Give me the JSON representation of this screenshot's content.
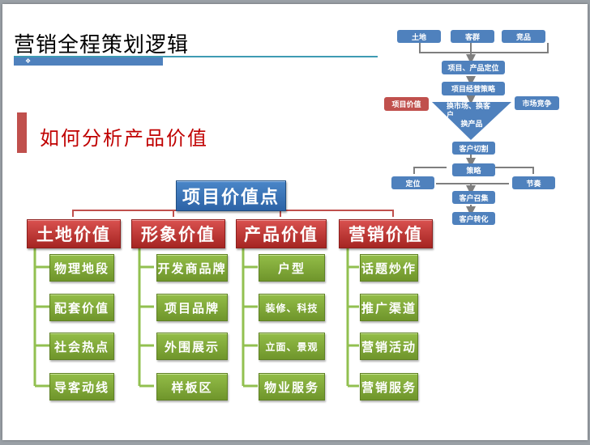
{
  "slide": {
    "title": "营销全程策划逻辑",
    "title_bar_marker": "❖",
    "subtitle": "如何分析产品价值"
  },
  "flowchart": {
    "inputs": [
      "土地",
      "客群",
      "竞品"
    ],
    "positioning": "项目、产品定位",
    "strategy_business": "项目经营策略",
    "left_factor": "项目价值",
    "right_factor": "市场竞争",
    "funnel_line1": "换市场、换客户",
    "funnel_line2": "换产品",
    "segmentation": "客户切割",
    "strategy": "策略",
    "left_branch": "定位",
    "right_branch": "节奏",
    "gathering": "客户召集",
    "conversion": "客户转化",
    "colors": {
      "box": "#4f81bd",
      "highlight": "#c0504d",
      "connector": "#7f7f7f"
    }
  },
  "org_chart": {
    "root": "项目价值点",
    "categories": [
      {
        "label": "土地价值",
        "items": [
          "物理地段",
          "配套价值",
          "社会热点",
          "导客动线"
        ]
      },
      {
        "label": "形象价值",
        "items": [
          "开发商品牌",
          "项目品牌",
          "外围展示",
          "样板区"
        ]
      },
      {
        "label": "产品价值",
        "items": [
          "户型",
          "装修、科技",
          "立面、景观",
          "物业服务"
        ]
      },
      {
        "label": "营销价值",
        "items": [
          "话题炒作",
          "推广渠道",
          "营销活动",
          "营销服务"
        ]
      }
    ],
    "colors": {
      "root": "#2d63a6",
      "category": "#c0504d",
      "item": "#7ea83a",
      "connector_red": "#c0504d",
      "connector_green": "#92c050"
    }
  }
}
